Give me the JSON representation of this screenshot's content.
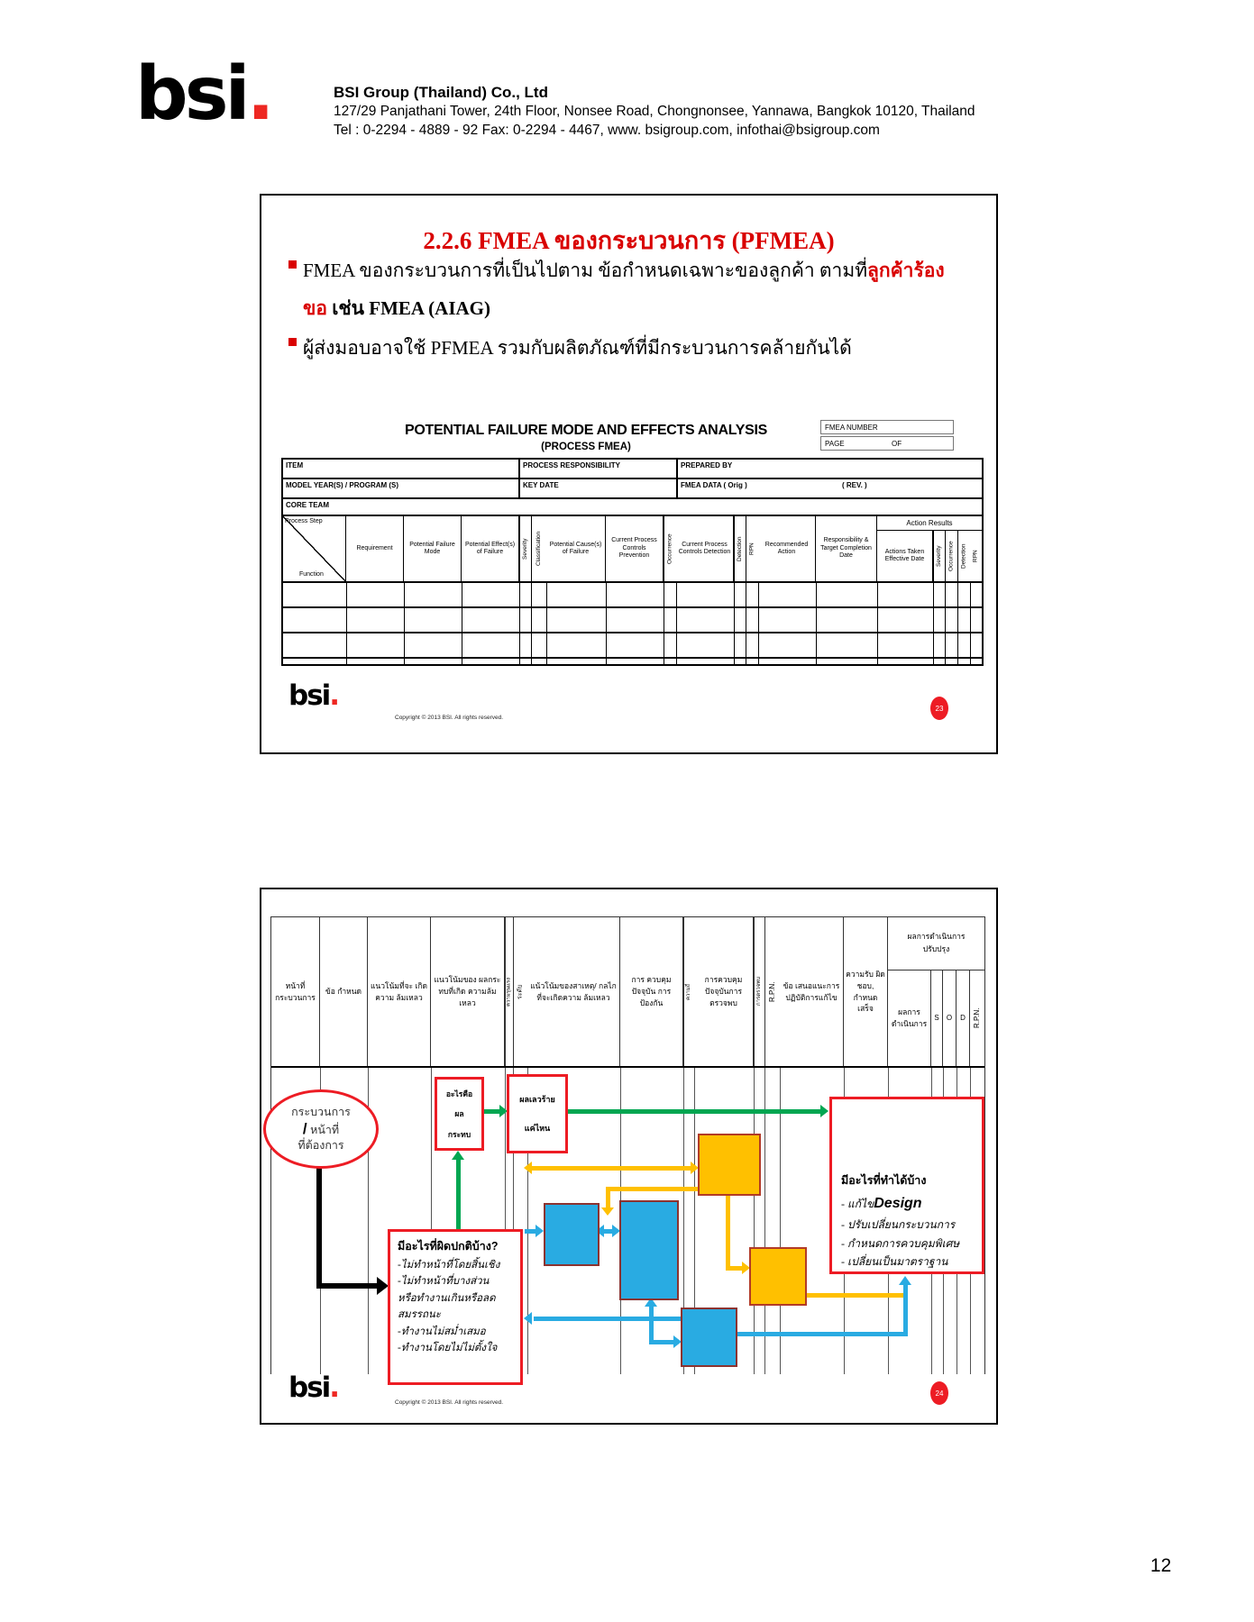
{
  "letterhead": {
    "logo": "bsi",
    "logo_dot": ".",
    "company": "BSI Group (Thailand) Co., Ltd",
    "address": "127/29 Panjathani Tower, 24th Floor, Nonsee Road, Chongnonsee, Yannawa, Bangkok 10120, Thailand",
    "contact": "Tel : 0-2294 - 4889 - 92  Fax: 0-2294 - 4467, www. bsigroup.com,  infothai@bsigroup.com"
  },
  "page_number": "12",
  "colors": {
    "accent_red": "#d90000",
    "flow_red": "#ed1c24",
    "green": "#00a651",
    "yellow": "#ffc000",
    "blue": "#29abe2",
    "orange": "#ffc000"
  },
  "slide1": {
    "title": "2.2.6 FMEA ของกระบวนการ (PFMEA)",
    "bullet1": {
      "line1_black": "FMEA ของกระบวนการที่เป็นไปตาม ข้อกำหนดเฉพาะของลูกค้า ตามที่",
      "line1_red": "ลูกค้าร้อง",
      "line2_red": "ขอ",
      "line2_black": " เช่น FMEA (AIAG)"
    },
    "bullet2": "ผู้ส่งมอบอาจใช้ PFMEA รวมกับผลิตภัณฑ์ที่มีกระบวนการคล้ายกันได้",
    "form": {
      "title": "POTENTIAL FAILURE MODE AND EFFECTS ANALYSIS",
      "subtitle": "(PROCESS FMEA)",
      "fmea_number": "FMEA NUMBER",
      "page": "PAGE",
      "of": "OF",
      "item": "ITEM",
      "process_responsibility": "PROCESS RESPONSIBILITY",
      "prepared_by": "PREPARED BY",
      "model_year": "MODEL YEAR(S) / PROGRAM (S)",
      "key_date": "KEY DATE",
      "fmea_date": "FMEA DATA ( Orig )",
      "rev": "( REV. )",
      "core_team": "CORE TEAM",
      "diag_top": "Process Step",
      "diag_bottom": "Function",
      "action_results": "Action Results",
      "columns": [
        "Requirement",
        "Potential Failure Mode",
        "Potential Effect(s) of Failure",
        "Severity",
        "Classification",
        "Potential Cause(s) of Failure",
        "Current Process Controls Prevention",
        "Occurrence",
        "Current Process Controls Detection",
        "Detection",
        "RPN",
        "Recommended Action",
        "Responsibility & Target Completion Date"
      ],
      "action_columns": [
        "Actions Taken Effective Date",
        "Severity",
        "Occurrence",
        "Detection",
        "RPN"
      ]
    },
    "footer": {
      "logo": "bsi",
      "logo_dot": ".",
      "copyright": "Copyright © 2013  BSI. All rights reserved.",
      "slide_no": "23"
    }
  },
  "slide2": {
    "table": {
      "columns": [
        "หน้าที่ กระบวนการ",
        "ข้อ กำหนด",
        "แนวโน้มที่จะ เกิดความ ล้มเหลว",
        "แนวโน้มของ ผลกระทบที่เกิด ความล้มเหลว",
        "ความรุนแรง",
        "ระดับ",
        "แน้วโน้มของสาเหตุ/ กลไกที่จะเกิดความ ล้มเหลว",
        "การ ควบคุม ปัจจุบัน การ ป้องกัน",
        "ความถี่",
        "การควบคุม ปัจจุบันการ ตรวจพบ",
        "การตรวจพบ",
        "R.P.N.",
        "ข้อ เสนอแนะการ ปฏิบัติการแก้ไข",
        "ความรับ ผิด ชอบ, กำหนด เสร็จ"
      ],
      "result_group": "ผลการดำเนินการ ปรับปรุง",
      "result_columns": [
        "ผลการ ดำเนินการ",
        "S",
        "O",
        "D",
        "R.P.N."
      ]
    },
    "flow": {
      "ellipse_line1": "กระบวนการ",
      "ellipse_slash": "/",
      "ellipse_line2": "หน้าที่",
      "ellipse_line3": "ที่ต้องการ",
      "impact_box": [
        "อะไรคือ",
        "ผล",
        "กระทบ"
      ],
      "severity_box": [
        "ผลเลวร้าย",
        "แค่ไหน"
      ],
      "abnormal_title": "มีอะไรที่ผิดปกติบ้าง?",
      "abnormal_lines": [
        "-ไม่ทำหน้าที่โดยสิ้นเชิง",
        "-ไม่ทำหน้าที่บางส่วน",
        "หรือทำงานเกินหรือลด",
        "สมรรถนะ",
        "-ทำงานไม่สม่ำเสมอ",
        "-ทำงานโดยไม่ไม่ตั้งใจ"
      ],
      "action_title": "มีอะไรที่ทำได้บ้าง",
      "action_line1_pre": "- แก้ไข",
      "action_line1_em": "Design",
      "action_lines": [
        "- ปรับเปลี่ยนกระบวนการ",
        "- กำหนดการควบคุมพิเศษ",
        "- เปลี่ยนเป็นมาตราฐาน"
      ]
    },
    "footer": {
      "logo": "bsi",
      "logo_dot": ".",
      "copyright": "Copyright © 2013  BSI. All rights reserved.",
      "slide_no": "24"
    }
  }
}
